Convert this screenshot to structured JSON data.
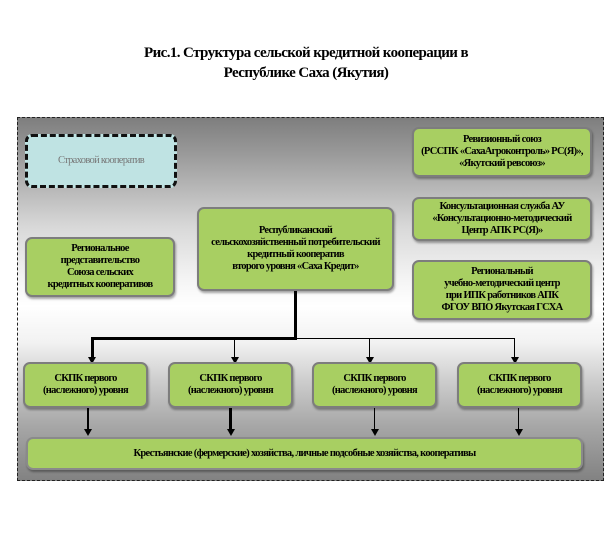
{
  "figure": {
    "title_line1": "Рис.1. Структура сельской кредитной кооперации в",
    "title_line2": "Республике Саха (Якутия)"
  },
  "colors": {
    "box_fill": "#a8cf62",
    "insurance_fill": "#bfe3e3",
    "box_border": "#7d7d7d",
    "connector": "#000000"
  },
  "nodes": {
    "insurance": "Страховой кооператив",
    "regional_rep": [
      "Региональное",
      "представительство",
      "Союза сельских",
      "кредитных кооперативов"
    ],
    "central": [
      "Республиканский",
      "сельскохозяйственный потребительский",
      "кредитный кооператив",
      "второго уровня «Саха Кредит»"
    ],
    "audit_union": [
      "Ревизионный союз",
      "(РССПК «СахаАгроконтроль» РС(Я)»,",
      "«Якутский ревсоюз»"
    ],
    "consulting": [
      "Консультационная служба АУ",
      "«Консультационно-методический",
      "Центр АПК РС(Я)»"
    ],
    "training_center": [
      "Региональный",
      "учебно-методический центр",
      "при ИПК работников АПК",
      "ФГОУ ВПО Якутская ГСХА"
    ],
    "first_level": [
      [
        "СКПК первого",
        "(наслежного) уровня"
      ],
      [
        "СКПК первого",
        "(наслежного) уровня"
      ],
      [
        "СКПК первого",
        "(наслежного) уровня"
      ],
      [
        "СКПК первого",
        "(наслежного) уровня"
      ]
    ],
    "bottom": "Крестьянские (фермерские) хозяйства, личные подсобные хозяйства, кооперативы"
  }
}
